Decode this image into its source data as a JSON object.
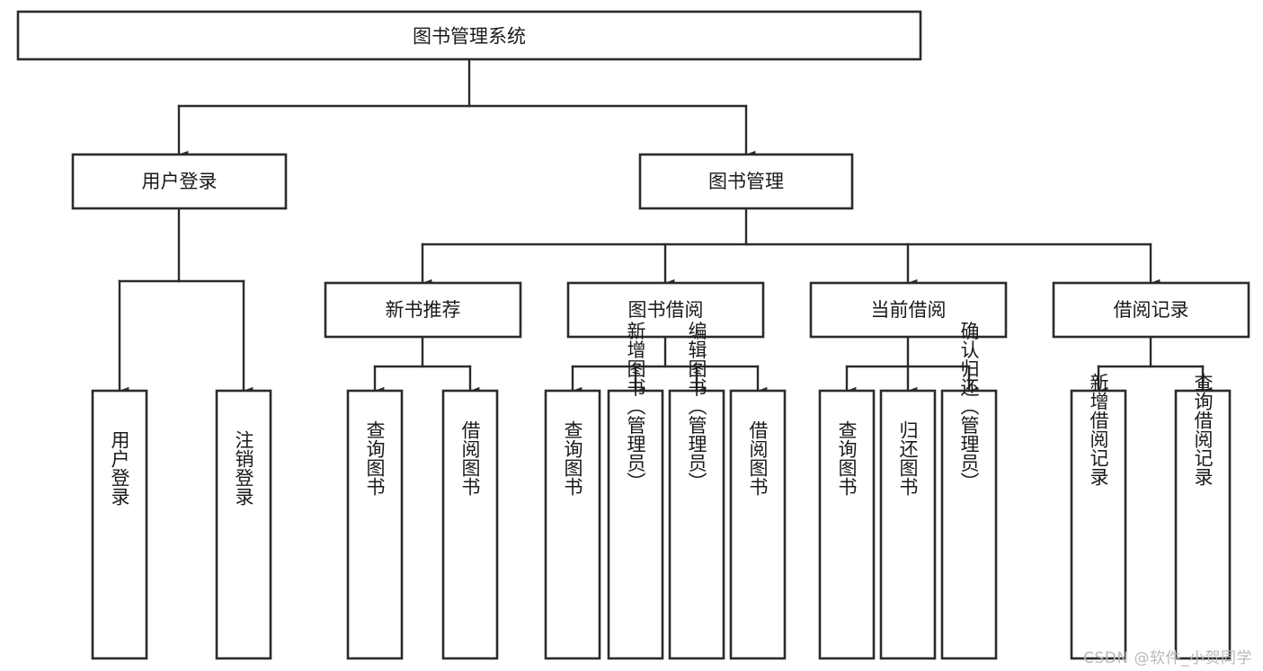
{
  "diagram": {
    "type": "tree-hierarchy",
    "title_node": {
      "label": "图书管理系统"
    },
    "level2": [
      {
        "label": "用户登录"
      },
      {
        "label": "图书管理"
      }
    ],
    "level3": [
      {
        "label": "新书推荐"
      },
      {
        "label": "图书借阅"
      },
      {
        "label": "当前借阅"
      },
      {
        "label": "借阅记录"
      }
    ],
    "leaves": {
      "user_login": [
        {
          "label": "用户登录"
        },
        {
          "label": "注销登录"
        }
      ],
      "new_book": [
        {
          "label": "查询图书"
        },
        {
          "label": "借阅图书"
        }
      ],
      "book_borrow": [
        {
          "label": "查询图书"
        },
        {
          "label": "新增图书（管理员）"
        },
        {
          "label": "编辑图书（管理员）"
        },
        {
          "label": "借阅图书"
        }
      ],
      "current_borrow": [
        {
          "label": "查询图书"
        },
        {
          "label": "归还图书"
        },
        {
          "label": "确认归还（管理员）"
        }
      ],
      "borrow_record": [
        {
          "label": "新增借阅记录"
        },
        {
          "label": "查询借阅记录"
        }
      ]
    }
  },
  "watermark": {
    "text": "CSDN @软件_小贺同学"
  },
  "colors": {
    "box_stroke": "#2b2b2b",
    "box_fill": "#ffffff",
    "text": "#1a1a1a",
    "watermark": "#b9b9b9",
    "background": "#ffffff"
  }
}
